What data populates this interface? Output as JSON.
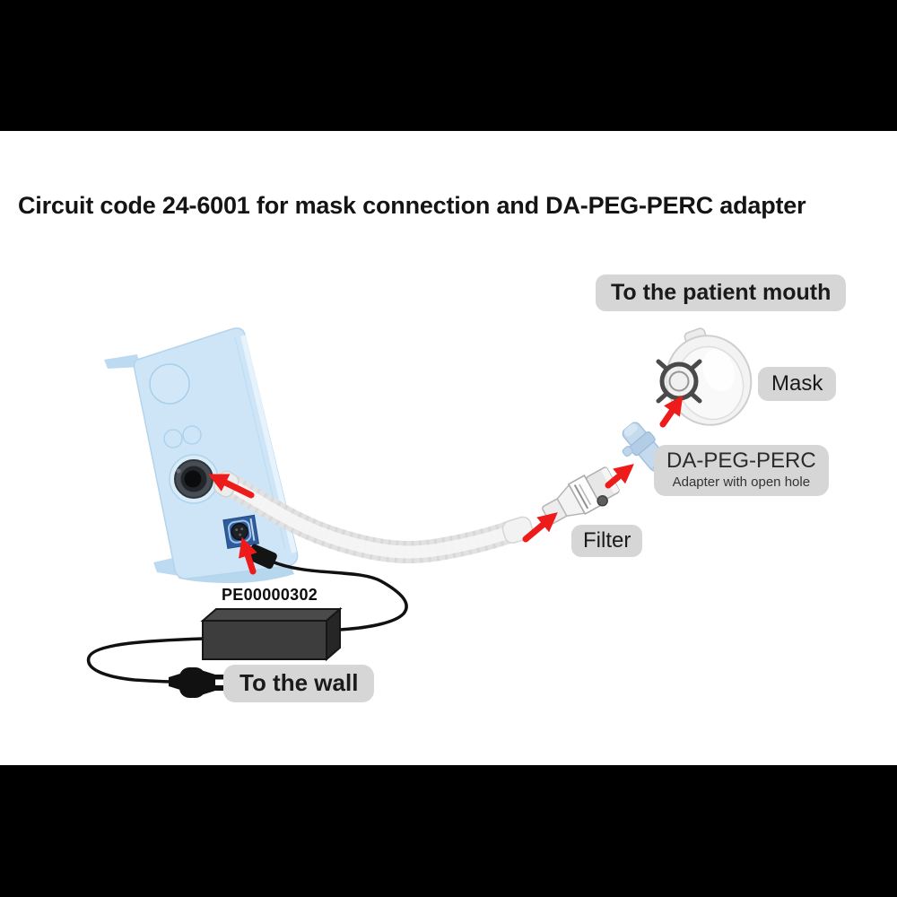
{
  "title": "Circuit code 24-6001 for mask connection and DA-PEG-PERC adapter",
  "labels": {
    "patient_mouth": "To the patient mouth",
    "mask": "Mask",
    "adapter_name": "DA-PEG-PERC",
    "adapter_sub": "Adapter with open hole",
    "filter": "Filter",
    "power_brick_code": "PE00000302",
    "wall": "To the wall"
  },
  "components": [
    "cough-assist-device",
    "breathing-circuit-tube",
    "bacterial-filter",
    "da-peg-perc-adapter",
    "face-mask",
    "power-supply-brick",
    "power-cable",
    "wall-plug"
  ],
  "colors": {
    "letterbox_bar": "#000000",
    "canvas": "#ffffff",
    "label_bg": "#d6d6d6",
    "label_text": "#1a1a1a",
    "arrow_red": "#ee1b1b",
    "device_blue": "#cde5f7",
    "device_outline": "#b3d4ec",
    "power_port_blue": "#2e5c9d",
    "adapter_blue": "#c6daee",
    "brick_gray": "#3d3d3d",
    "cable_black": "#111111"
  }
}
